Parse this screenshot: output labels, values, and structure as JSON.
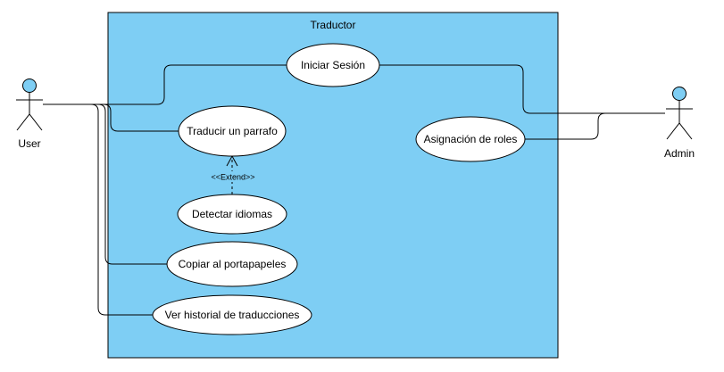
{
  "system": {
    "title": "Traductor",
    "fill": "#7ecef4"
  },
  "actors": {
    "user": {
      "label": "User"
    },
    "admin": {
      "label": "Admin"
    }
  },
  "use_cases": {
    "iniciar_sesion": "Iniciar Sesión",
    "traducir_parrafo": "Traducir un parrafo",
    "asignacion_roles": "Asignación de roles",
    "detectar_idiomas": "Detectar idiomas",
    "copiar_portapapeles": "Copiar al portapapeles",
    "ver_historial": "Ver historial de traducciones"
  },
  "relations": {
    "extend_label": "<<Extend>>"
  },
  "colors": {
    "boundary_fill": "#7ecef4",
    "actor_head_fill": "#7ecef4",
    "usecase_fill": "#ffffff",
    "stroke": "#000000"
  }
}
